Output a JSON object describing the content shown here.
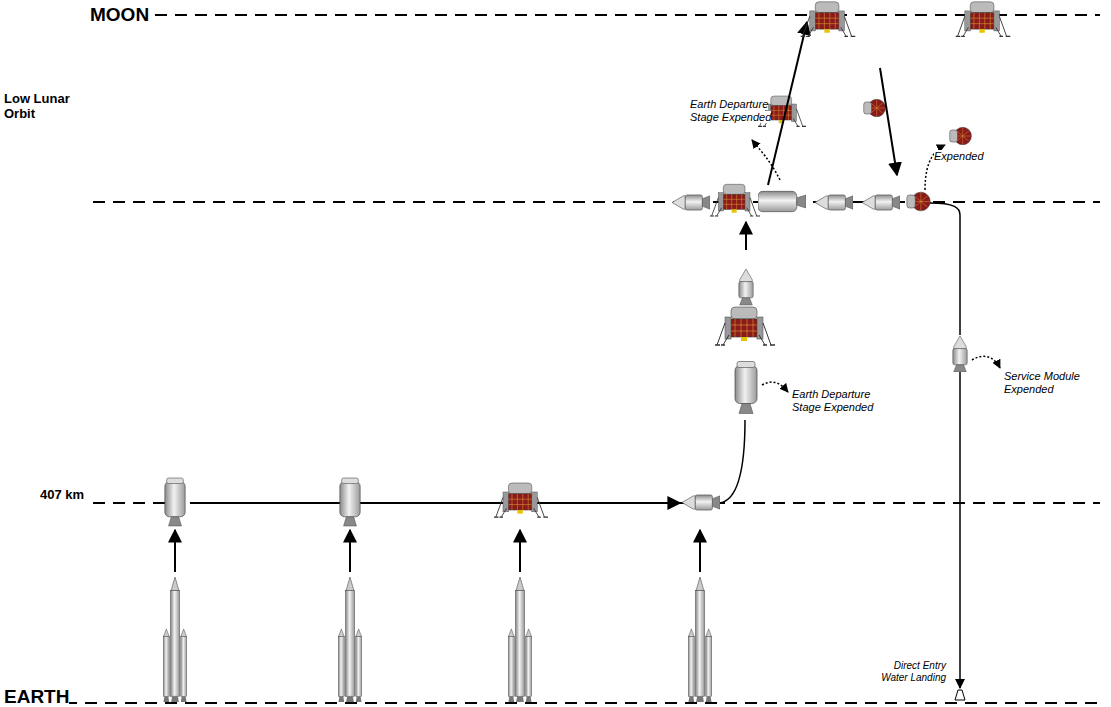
{
  "diagram": {
    "labels": [
      "MOON",
      "Low Lunar Orbit",
      "Earth Departure Stage Expended",
      "Expended",
      "Service Module Expended",
      "Earth Departure Stage Expended",
      "407 km",
      "Direct Entry Water Landing",
      "EARTH"
    ]
  }
}
